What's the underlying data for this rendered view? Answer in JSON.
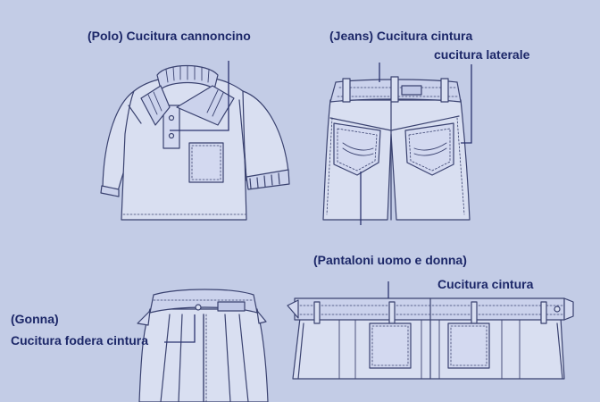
{
  "labels": {
    "polo": "(Polo) Cucitura cannoncino",
    "jeans_waistband": "(Jeans) Cucitura cintura",
    "jeans_side": "cucitura laterale",
    "trousers_title": "(Pantaloni uomo e donna)",
    "trousers_waistband": "Cucitura cintura",
    "skirt_title": "(Gonna)",
    "skirt_waistband": "Cucitura fodera cintura"
  },
  "colors": {
    "background": "#c3cce6",
    "garment_fill": "#d9dff1",
    "garment_outline": "#3a4270",
    "label_text": "#1c2768",
    "leader_line": "#2b3470"
  }
}
